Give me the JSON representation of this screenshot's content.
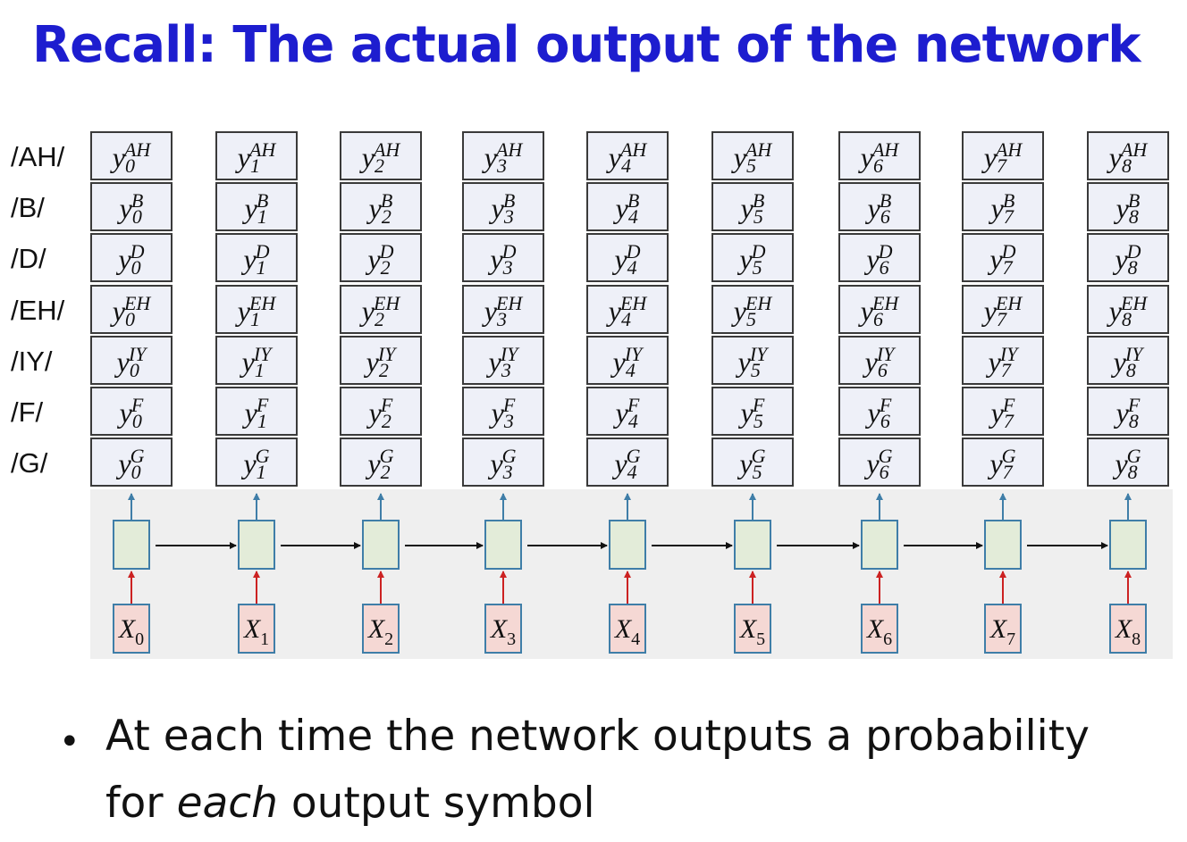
{
  "title": "Recall: The actual output of the network",
  "symbols": [
    "/AH/",
    "/B/",
    "/D/",
    "/EH/",
    "/IY/",
    "/F/",
    "/G/"
  ],
  "superscripts": [
    "AH",
    "B",
    "D",
    "EH",
    "IY",
    "F",
    "G"
  ],
  "output_var": "y",
  "input_var": "X",
  "time_steps": [
    "0",
    "1",
    "2",
    "3",
    "4",
    "5",
    "6",
    "7",
    "8"
  ],
  "bullet": {
    "line1": "At each time the network outputs a probability",
    "line2_pre": "for ",
    "line2_emph": "each",
    "line2_post": " output symbol"
  },
  "colors": {
    "title": "#1d1dcf",
    "output_cell_fill": "#eef0f8",
    "hidden_fill": "#e3ecd9",
    "hidden_border": "#3f7ea8",
    "input_fill": "#f5d8d4",
    "up_arrow": "#3f7ea8",
    "input_arrow": "#cc2222",
    "recurrent_arrow": "#111111",
    "band": "#efefef"
  }
}
